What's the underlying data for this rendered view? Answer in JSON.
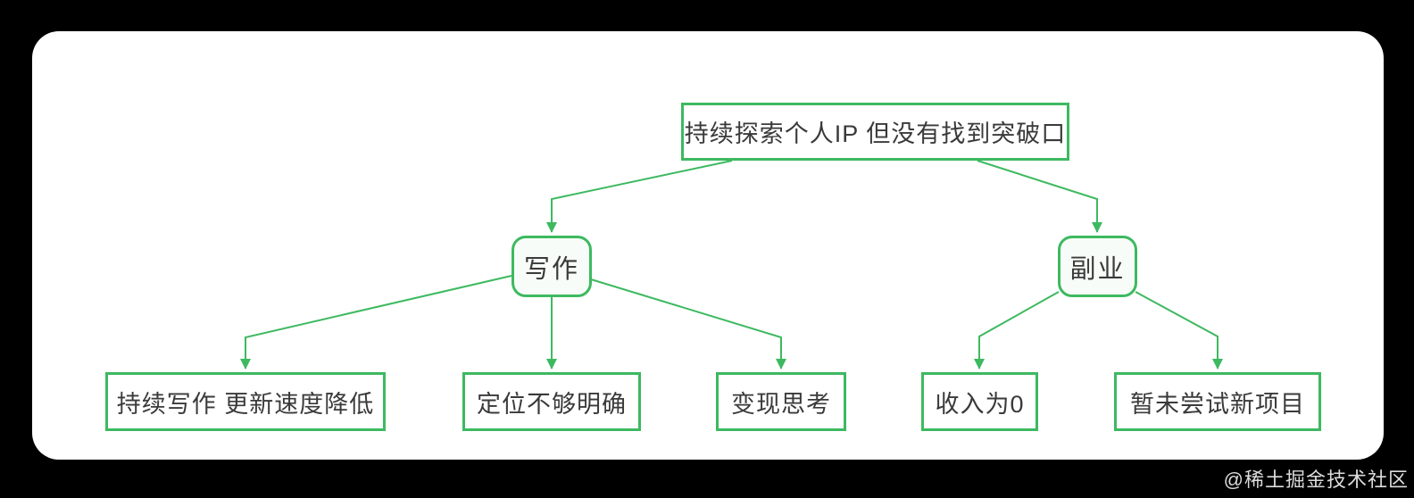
{
  "nodes": {
    "root": "持续探索个人IP 但没有找到突破口",
    "writing": "写作",
    "side_business": "副业",
    "keep_writing": "持续写作 更新速度降低",
    "positioning": "定位不够明确",
    "monetization": "变现思考",
    "zero_income": "收入为0",
    "no_new_projects": "暂未尝试新项目"
  },
  "watermark": "@稀土掘金技术社区",
  "colors": {
    "accent_green": "#3db960",
    "node_text": "#3a3a3a",
    "canvas_bg": "#ffffff",
    "frame_bg": "#000000",
    "watermark_text": "#dcdcdc"
  }
}
